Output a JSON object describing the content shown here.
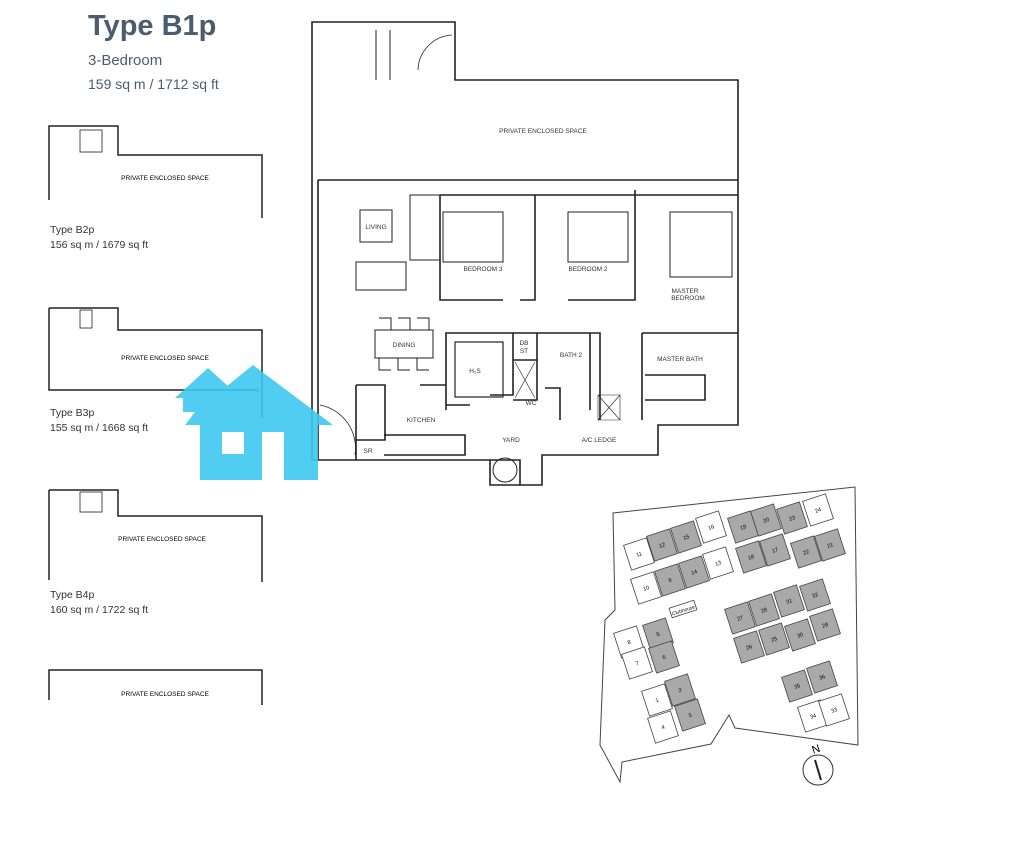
{
  "unit": {
    "type_name": "Type B1p",
    "bedrooms": "3-Bedroom",
    "area": "159 sq m / 1712 sq ft"
  },
  "rooms": {
    "private_enclosed_space": "PRIVATE ENCLOSED SPACE",
    "living": "LIVING",
    "dining": "DINING",
    "bedroom3": "BEDROOM 3",
    "bedroom2": "BEDROOM 2",
    "master_bedroom_1": "MASTER",
    "master_bedroom_2": "BEDROOM",
    "hs": "H₂S",
    "db_st_1": "DB",
    "db_st_2": "ST",
    "bath2": "BATH 2",
    "master_bath": "MASTER BATH",
    "wc": "WC",
    "kitchen": "KITCHEN",
    "yard": "YARD",
    "ac_ledge": "A/C LEDGE",
    "sr": "SR"
  },
  "other_types": [
    {
      "name": "Type B2p",
      "area": "156 sq m / 1679 sq ft",
      "space": "PRIVATE ENCLOSED SPACE"
    },
    {
      "name": "Type B3p",
      "area": "155 sq m / 1668 sq ft",
      "space": "PRIVATE ENCLOSED SPACE"
    },
    {
      "name": "Type B4p",
      "area": "160 sq m / 1722 sq ft",
      "space": "PRIVATE ENCLOSED SPACE"
    },
    {
      "name": "",
      "area": "",
      "space": "PRIVATE ENCLOSED SPACE"
    }
  ],
  "site_plan": {
    "clubhouse_label": "Clubhouse",
    "north_label": "N",
    "highlight_color": "#a9a9a9",
    "blocks": [
      {
        "n": "11",
        "s": false
      },
      {
        "n": "12",
        "s": true
      },
      {
        "n": "15",
        "s": true
      },
      {
        "n": "16",
        "s": false
      },
      {
        "n": "10",
        "s": false
      },
      {
        "n": "9",
        "s": true
      },
      {
        "n": "14",
        "s": true
      },
      {
        "n": "13",
        "s": false
      },
      {
        "n": "19",
        "s": true
      },
      {
        "n": "20",
        "s": true
      },
      {
        "n": "23",
        "s": true
      },
      {
        "n": "24",
        "s": false
      },
      {
        "n": "18",
        "s": true
      },
      {
        "n": "17",
        "s": true
      },
      {
        "n": "22",
        "s": true
      },
      {
        "n": "21",
        "s": true
      },
      {
        "n": "27",
        "s": true
      },
      {
        "n": "28",
        "s": true
      },
      {
        "n": "31",
        "s": true
      },
      {
        "n": "32",
        "s": true
      },
      {
        "n": "26",
        "s": true
      },
      {
        "n": "25",
        "s": true
      },
      {
        "n": "30",
        "s": true
      },
      {
        "n": "29",
        "s": true
      },
      {
        "n": "8",
        "s": false
      },
      {
        "n": "5",
        "s": true
      },
      {
        "n": "7",
        "s": false
      },
      {
        "n": "6",
        "s": true
      },
      {
        "n": "1",
        "s": false
      },
      {
        "n": "2",
        "s": true
      },
      {
        "n": "4",
        "s": false
      },
      {
        "n": "3",
        "s": true
      },
      {
        "n": "35",
        "s": true
      },
      {
        "n": "36",
        "s": true
      },
      {
        "n": "34",
        "s": false
      },
      {
        "n": "33",
        "s": false
      }
    ]
  },
  "watermark": {
    "icon": "house-icon",
    "color": "#3ec8f0"
  }
}
